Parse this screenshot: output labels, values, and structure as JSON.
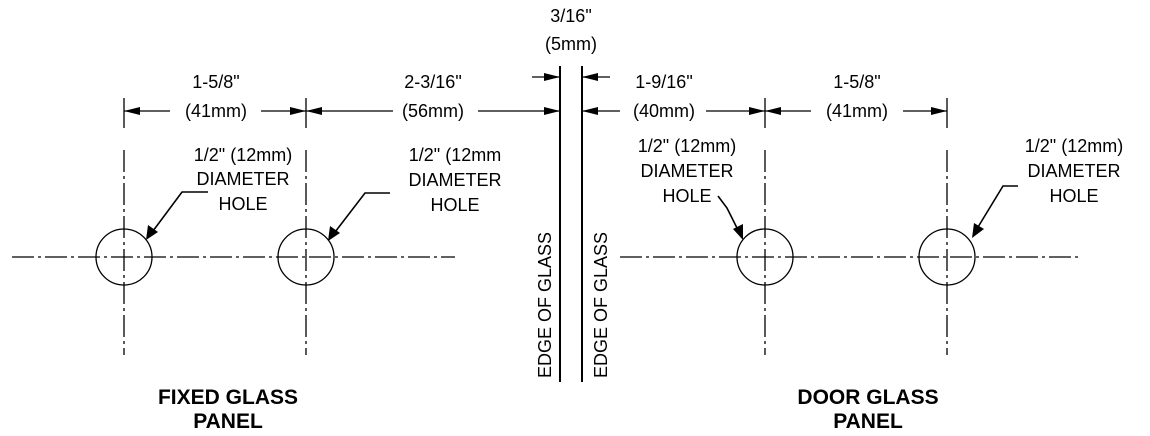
{
  "gap": {
    "fraction": "3/16\"",
    "metric": "(5mm)"
  },
  "edge_label": "EDGE OF GLASS",
  "fixed_panel": {
    "spacing": {
      "imperial": "1-5/8\"",
      "metric": "(41mm)"
    },
    "edge_offset": {
      "imperial": "2-3/16\"",
      "metric": "(56mm)"
    },
    "hole_left": {
      "size": "1/2\" (12mm)",
      "line2": "DIAMETER",
      "line3": "HOLE"
    },
    "hole_right": {
      "size": "1/2\" (12mm",
      "line2": "DIAMETER",
      "line3": "HOLE"
    },
    "title_line1": "FIXED GLASS",
    "title_line2": "PANEL"
  },
  "door_panel": {
    "edge_offset": {
      "imperial": "1-9/16\"",
      "metric": "(40mm)"
    },
    "spacing": {
      "imperial": "1-5/8\"",
      "metric": "(41mm)"
    },
    "hole_left": {
      "size": "1/2\" (12mm)",
      "line2": "DIAMETER",
      "line3": "HOLE"
    },
    "hole_right": {
      "size": "1/2\" (12mm)",
      "line2": "DIAMETER",
      "line3": "HOLE"
    },
    "title_line1": "DOOR GLASS",
    "title_line2": "PANEL"
  }
}
